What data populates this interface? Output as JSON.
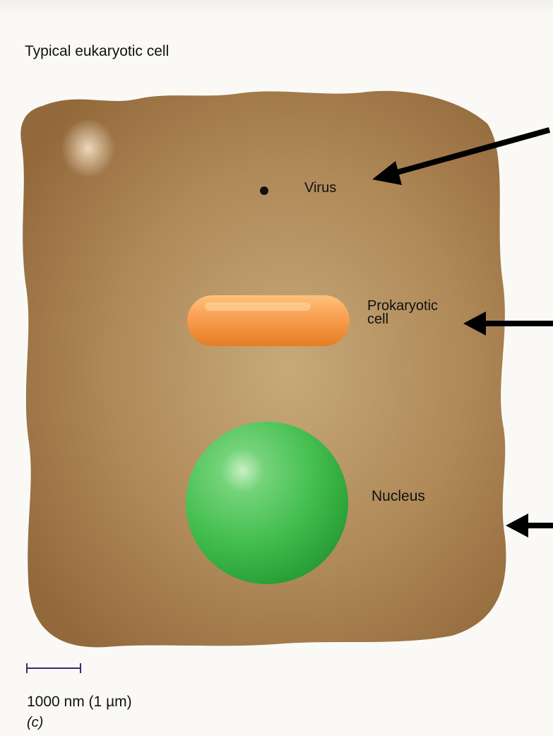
{
  "title": "Typical eukaryotic cell",
  "labels": {
    "virus": "Virus",
    "prokaryotic_cell": "Prokaryotic\ncell",
    "nucleus": "Nucleus"
  },
  "scale_bar": {
    "text": "1000 nm (1 µm)"
  },
  "panel_letter": "(c)",
  "colors": {
    "cell": "#a7804e",
    "prokaryote": "#f59a43",
    "nucleus": "#45bf52",
    "arrow": "#000000",
    "scale_bar": "#3a2a6a"
  }
}
